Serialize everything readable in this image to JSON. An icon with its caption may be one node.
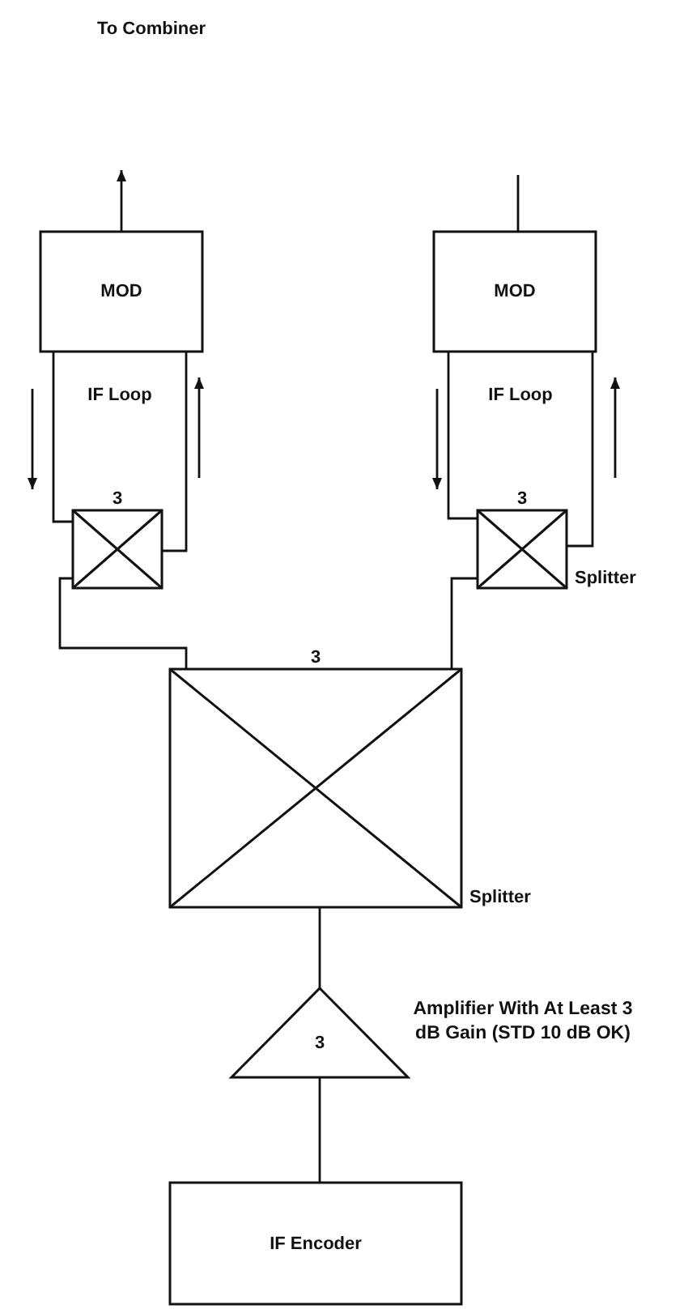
{
  "diagram": {
    "title": "To Combiner",
    "nodes": [
      {
        "text": [
          "MOD"
        ]
      },
      {
        "text": [
          "MOD"
        ]
      },
      {
        "text": [
          "3"
        ]
      },
      {
        "text": [
          "3"
        ],
        "beside": [
          "Splitter"
        ]
      },
      {
        "text": [
          "3"
        ],
        "beside": [
          "Splitter"
        ]
      },
      {
        "text": [
          "3"
        ],
        "beside": [
          "Amplifier With At Least 3 dB Gain (STD 10 dB OK)"
        ]
      },
      {
        "text": [
          "IF Encoder"
        ]
      }
    ],
    "edges": [
      {
        "from": 0,
        "to": null,
        "arrow": "to"
      },
      {
        "from": 1,
        "to": null,
        "arrow": "none"
      },
      {
        "from": 0,
        "to": 2,
        "arrow": "none"
      },
      {
        "from": 0,
        "to": 2,
        "arrow": "none"
      },
      {
        "from": 1,
        "to": 3,
        "arrow": "none"
      },
      {
        "from": 1,
        "to": 3,
        "arrow": "none"
      },
      {
        "from": 2,
        "to": 4,
        "arrow": "none"
      },
      {
        "from": 3,
        "to": 4,
        "arrow": "none"
      },
      {
        "from": 4,
        "to": 5,
        "arrow": "none"
      },
      {
        "from": 5,
        "to": 6,
        "arrow": "none"
      }
    ],
    "labels": [
      "IF Loop",
      "IF Loop"
    ]
  }
}
